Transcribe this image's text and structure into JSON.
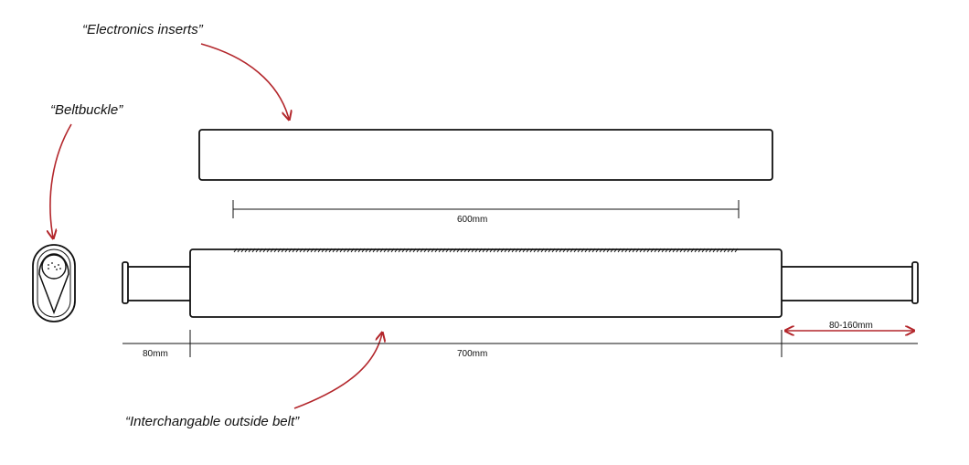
{
  "labels": {
    "electronics_inserts": "“Electronics inserts”",
    "beltbuckle": "“Beltbuckle”",
    "interchangable_belt": "“Interchangable outside belt”"
  },
  "dimensions": {
    "insert_length": "600mm",
    "belt_length": "700mm",
    "end_length": "80mm",
    "adjustable_length": "80-160mm"
  },
  "colors": {
    "annotation_arrow": "#b3262b",
    "line": "#111111"
  },
  "icons": {
    "buckle_symbol": "braille-dots-icon"
  }
}
